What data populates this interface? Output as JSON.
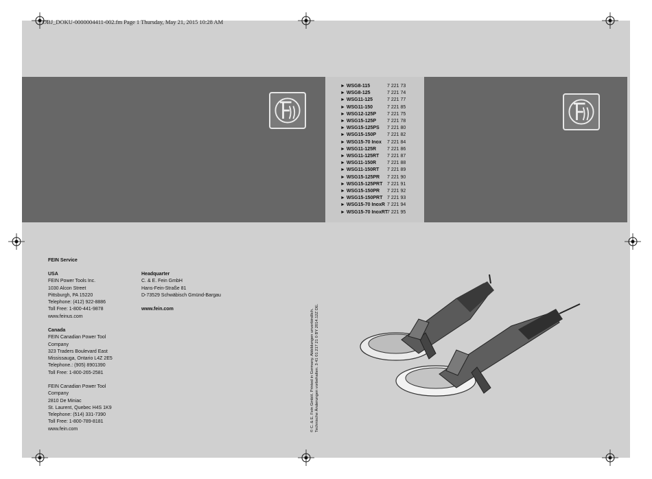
{
  "header": {
    "file_line": "OBJ_DOKU-0000004411-002.fm  Page 1  Thursday, May 21, 2015  10:28 AM"
  },
  "colors": {
    "sheet": "#d0d0d0",
    "band": "#676767",
    "model_panel": "#c8c8c8"
  },
  "models": [
    {
      "name": "WSG8-115",
      "num": "7 221 73"
    },
    {
      "name": "WSG8-125",
      "num": "7 221 74"
    },
    {
      "name": "WSG11-125",
      "num": "7 221 77"
    },
    {
      "name": "WSG11-150",
      "num": "7 221 85"
    },
    {
      "name": "WSG12-125P",
      "num": "7 221 75"
    },
    {
      "name": "WSG15-125P",
      "num": "7 221 78"
    },
    {
      "name": "WSG15-125PS",
      "num": "7 221 80"
    },
    {
      "name": "WSG15-150P",
      "num": "7 221 82"
    },
    {
      "name": "WSG15-70 Inox",
      "num": "7 221 84"
    },
    {
      "name": "WSG11-125R",
      "num": "7 221 86"
    },
    {
      "name": "WSG11-125RT",
      "num": "7 221 87"
    },
    {
      "name": "WSG11-150R",
      "num": "7 221 88"
    },
    {
      "name": "WSG11-150RT",
      "num": "7 221 89"
    },
    {
      "name": "WSG15-125PR",
      "num": "7 221 90"
    },
    {
      "name": "WSG15-125PRT",
      "num": "7 221 91"
    },
    {
      "name": "WSG15-150PR",
      "num": "7 221 92"
    },
    {
      "name": "WSG15-150PRT",
      "num": "7 221 93"
    },
    {
      "name": "WSG15-70 InoxR",
      "num": "7 221 94"
    },
    {
      "name": "WSG15-70 InoxRT",
      "num": "7 221 95"
    }
  ],
  "service": {
    "title": "FEIN Service",
    "usa": {
      "heading": "USA",
      "lines": [
        "FEIN Power Tools Inc.",
        "1030 Alcon Street",
        "Pittsburgh, PA 15220",
        "Telephone: (412) 922-8886",
        "Toll Free: 1-800-441-9878",
        "www.feinus.com"
      ]
    },
    "canada": {
      "heading": "Canada",
      "lines": [
        "FEIN Canadian Power Tool",
        "Company",
        "323 Traders Boulevard East",
        "Mississauga, Ontario L4Z 2E5",
        "Telephone.: (905) 8901390",
        "Toll Free: 1-800-265-2581"
      ]
    },
    "canada2": {
      "lines": [
        "FEIN Canadian Power Tool",
        "Company",
        "2810 De Miniac",
        "St. Laurent, Quebec H4S 1K9",
        "Telephone: (514) 331-7390",
        "Toll Free: 1-800-789-8181",
        "www.fein.com"
      ]
    }
  },
  "hq": {
    "heading": "Headquarter",
    "lines": [
      "C. & E. Fein GmbH",
      "Hans-Fein-Straße 81",
      "D-73529 Schwäbisch Gmünd-Bargau"
    ],
    "web": "www.fein.com"
  },
  "legal": {
    "line1": "© C. & E. Fein GmbH. Printed in Germany. Abbildungen unverbindlich.",
    "line2": "Technische Änderungen vorbehalten.  3 41 01 217 21 0  BY  2014.12Z DE."
  },
  "logo_icon": "fein-logo"
}
